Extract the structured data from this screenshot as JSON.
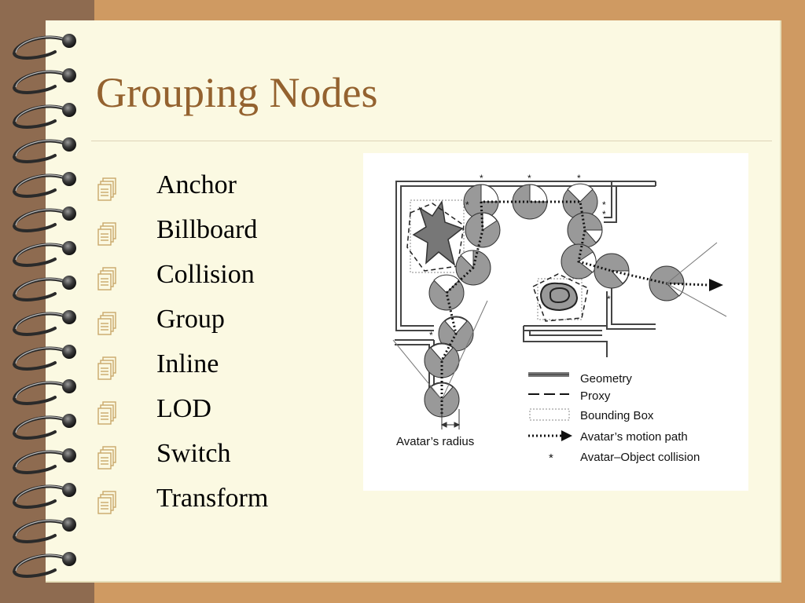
{
  "slide": {
    "title": "Grouping Nodes",
    "bullets": [
      {
        "label": "Anchor"
      },
      {
        "label": "Billboard"
      },
      {
        "label": "Collision"
      },
      {
        "label": "Group"
      },
      {
        "label": "Inline"
      },
      {
        "label": "LOD"
      },
      {
        "label": "Switch"
      },
      {
        "label": "Transform"
      }
    ]
  },
  "figure": {
    "legend": {
      "geometry": "Geometry",
      "proxy": "Proxy",
      "bounding_box": "Bounding Box",
      "motion_path": "Avatar’s motion path",
      "collision_marker": "*",
      "collision": "Avatar–Object collision"
    },
    "radius_label": "Avatar’s radius"
  },
  "colors": {
    "background": "#cf9a62",
    "spine": "#8e6b50",
    "page": "#fbf9e2",
    "title": "#94622f"
  },
  "icons": {
    "bullet": "notepad-icon",
    "binding": "spiral-ring-icon"
  }
}
